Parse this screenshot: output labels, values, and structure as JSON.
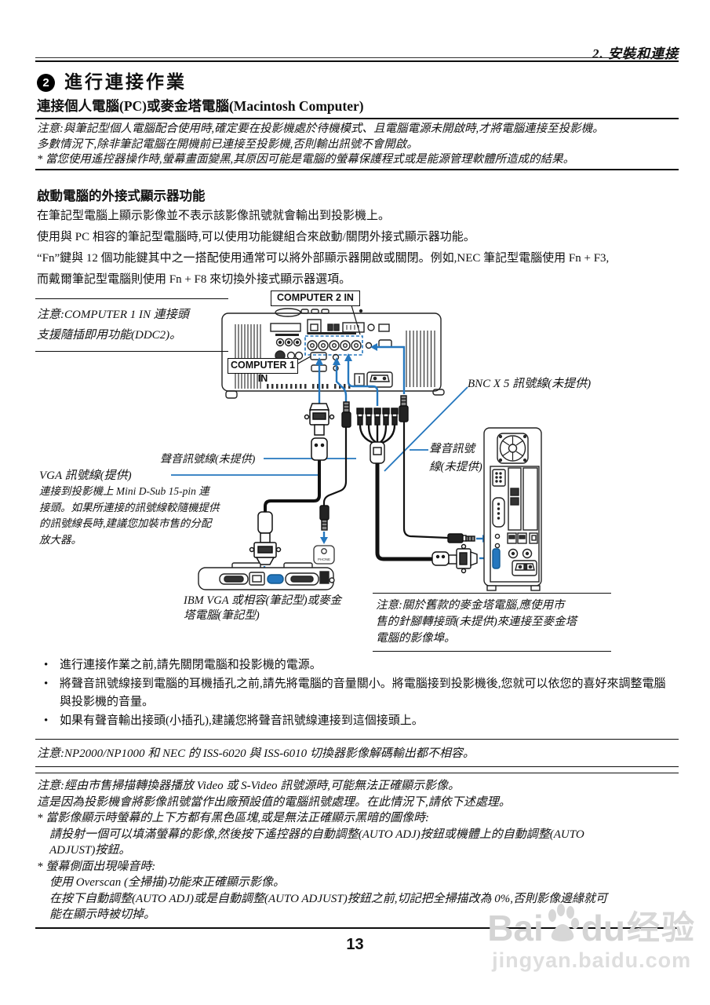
{
  "page": {
    "header": "2. 安裝和連接",
    "number": "13"
  },
  "title": {
    "number": "2",
    "text": "進行連接作業"
  },
  "subtitle": "連接個人電腦(PC)或麥金塔電腦(Macintosh Computer)",
  "note_top": {
    "lines": [
      "注意:與筆記型個人電腦配合使用時,確定要在投影機處於待機模式、且電腦電源未開啟時,才將電腦連接至投影機。",
      "多數情況下,除非筆記電腦在開機前已連接至投影機,否則輸出訊號不會開啟。",
      "* 當您使用遙控器操作時,螢幕畫面變黑,其原因可能是電腦的螢幕保護程式或是能源管理軟體所造成的結果。"
    ]
  },
  "section": {
    "heading": "啟動電腦的外接式顯示器功能",
    "lines": [
      "在筆記型電腦上顯示影像並不表示該影像訊號就會輸出到投影機上。",
      "使用與 PC 相容的筆記型電腦時,可以使用功能鍵組合來啟動/關閉外接式顯示器功能。",
      "“Fn”鍵與 12 個功能鍵其中之一搭配使用通常可以將外部顯示器開啟或關閉。例如,NEC 筆記型電腦使用 Fn + F3,",
      "而戴爾筆記型電腦則使用 Fn + F8 來切換外接式顯示器選項。"
    ]
  },
  "diagram": {
    "computer2_in": "COMPUTER 2 IN",
    "computer1_in": "COMPUTER 1 IN",
    "ddc2_note": {
      "lines": [
        "注意:COMPUTER 1 IN 連接頭",
        "支援隨插即用功能(DDC2)。"
      ]
    },
    "bnc_cable": "BNC X 5 訊號線(未提供)",
    "audio_cable_right": {
      "lines": [
        "聲音訊號",
        "線(未提供)"
      ]
    },
    "audio_cable_left": "聲音訊號線(未提供)",
    "vga_cable": "VGA 訊號線(提供)",
    "vga_cable_desc": {
      "lines": [
        "連接到投影機上 Mini D-Sub 15-pin 連",
        "接頭。如果所連接的訊號線較隨機提供",
        "的訊號線長時,建議您加裝市售的分配",
        "放大器。"
      ]
    },
    "laptop_caption": {
      "lines": [
        "IBM VGA 或相容(筆記型)或麥金",
        "塔電腦(筆記型)"
      ]
    },
    "mac_note": {
      "lines": [
        "注意:關於舊款的麥金塔電腦,應使用市",
        "售的針腳轉接頭(未提供)來連接至麥金塔",
        "電腦的影像埠。"
      ]
    },
    "phone_jack": "PHONE"
  },
  "bullets": [
    "進行連接作業之前,請先關閉電腦和投影機的電源。",
    "將聲音訊號線接到電腦的耳機插孔之前,請先將電腦的音量關小。將電腦接到投影機後,您就可以依您的喜好來調整電腦與投影機的音量。",
    "如果有聲音輸出接頭(小插孔),建議您將聲音訊號線連接到這個接頭上。"
  ],
  "note_mid": "注意:NP2000/NP1000 和 NEC 的 ISS-6020 與 ISS-6010 切換器影像解碼輸出都不相容。",
  "note_bottom": {
    "lines": [
      "注意:經由市售掃描轉換器播放 Video 或 S-Video 訊號源時,可能無法正確顯示影像。",
      "這是因為投影機會將影像訊號當作出廠預設值的電腦訊號處理。在此情況下,請依下述處理。",
      "* 當影像顯示時螢幕的上下方都有黑色區塊,或是無法正確顯示黑暗的圖像時:",
      "請投射一個可以填滿螢幕的影像,然後按下遙控器的自動調整(AUTO ADJ)按鈕或機體上的自動調整(AUTO",
      "ADJUST)按鈕。",
      "* 螢幕側面出現噪音時:",
      "使用 Overscan (全掃描)功能來正確顯示影像。",
      "在按下自動調整(AUTO ADJ)或是自動調整(AUTO ADJUST)按鈕之前,切記把全掃描改為 0%,否則影像邊緣就可",
      "能在顯示時被切掉。"
    ]
  },
  "watermark": {
    "brand_prefix": "Bai",
    "brand_suffix": "du",
    "brand_cjk": "经验",
    "url": "jingyan.baidu.com"
  },
  "colors": {
    "accent_blue": "#2577be",
    "watermark_gray": "#d4d4d4"
  }
}
